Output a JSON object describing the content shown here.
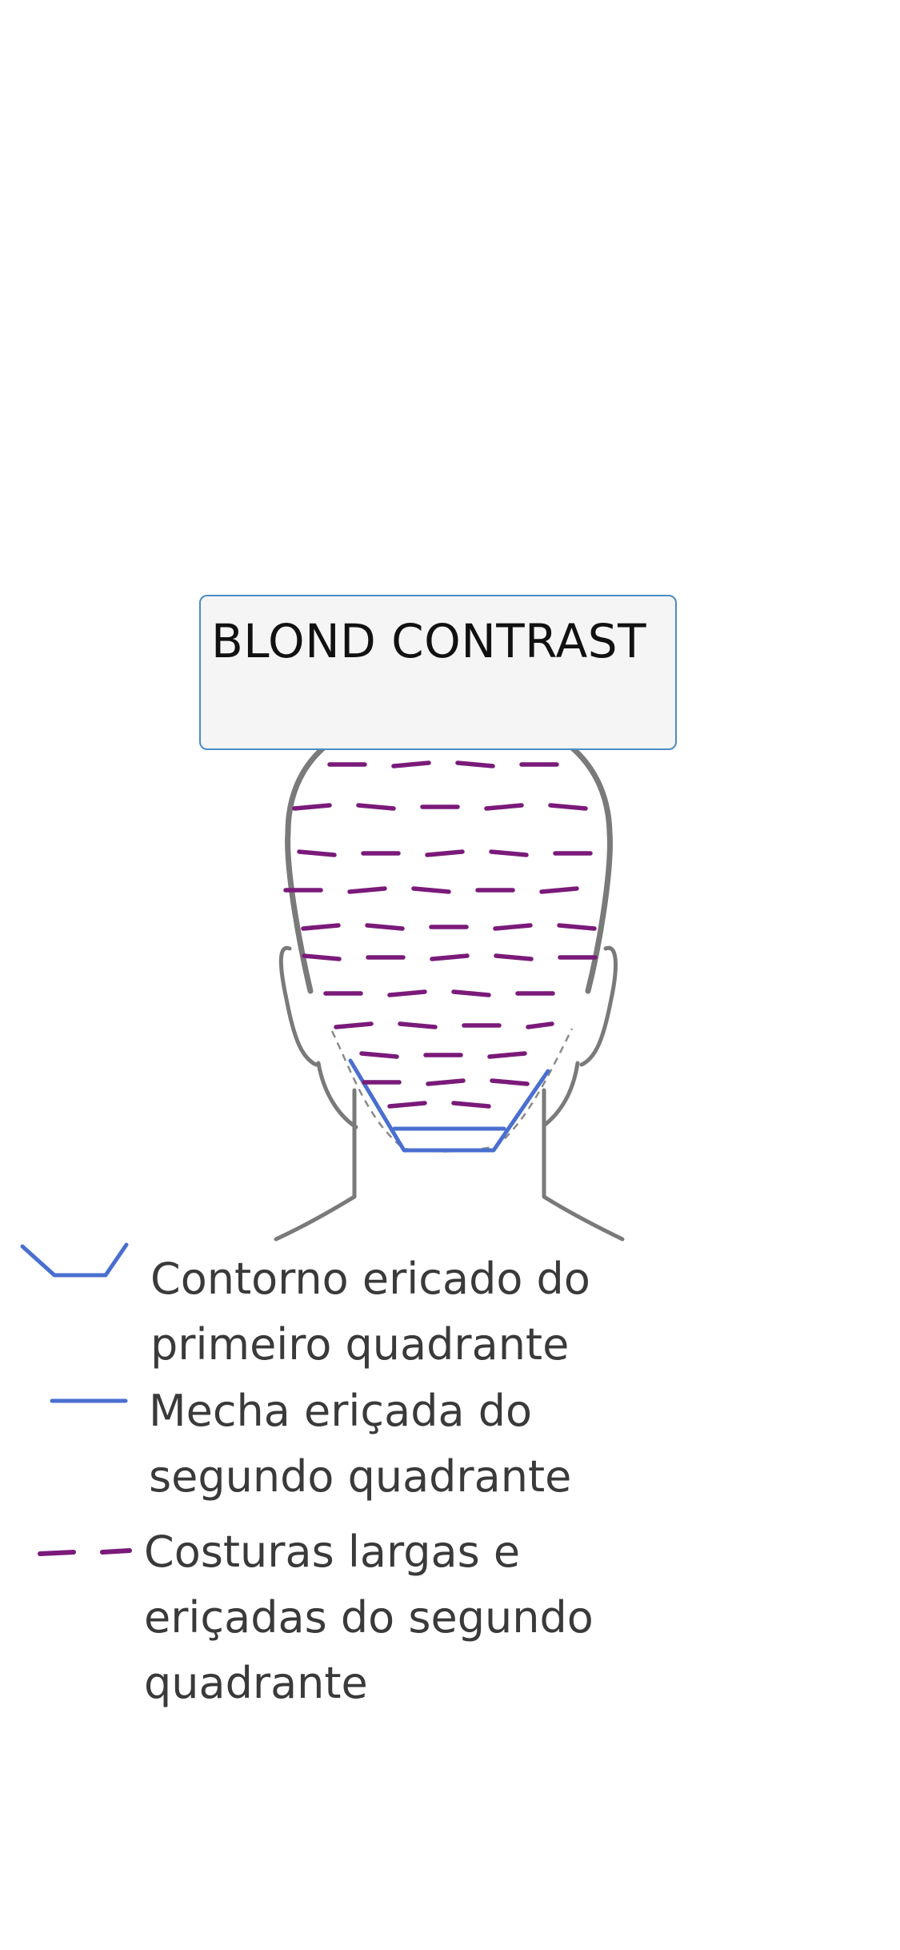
{
  "title": "BLOND CONTRAST",
  "colors": {
    "head_outline": "#7a7a7a",
    "blue_line": "#4a6fd0",
    "purple_dash": "#7a1a7a",
    "guide_dash": "#8a8a8a",
    "title_border": "#4a8cc4",
    "title_bg": "#f5f5f5"
  },
  "legend": [
    {
      "icon": "contour-icon",
      "label": "Contorno ericado do\nprimeiro quadrante"
    },
    {
      "icon": "solid-line-icon",
      "label": "Mecha eriçada do\nsegundo quadrante"
    },
    {
      "icon": "dashed-line-icon",
      "label": "Costuras largas e\neriçadas do segundo\nquadrante"
    }
  ]
}
